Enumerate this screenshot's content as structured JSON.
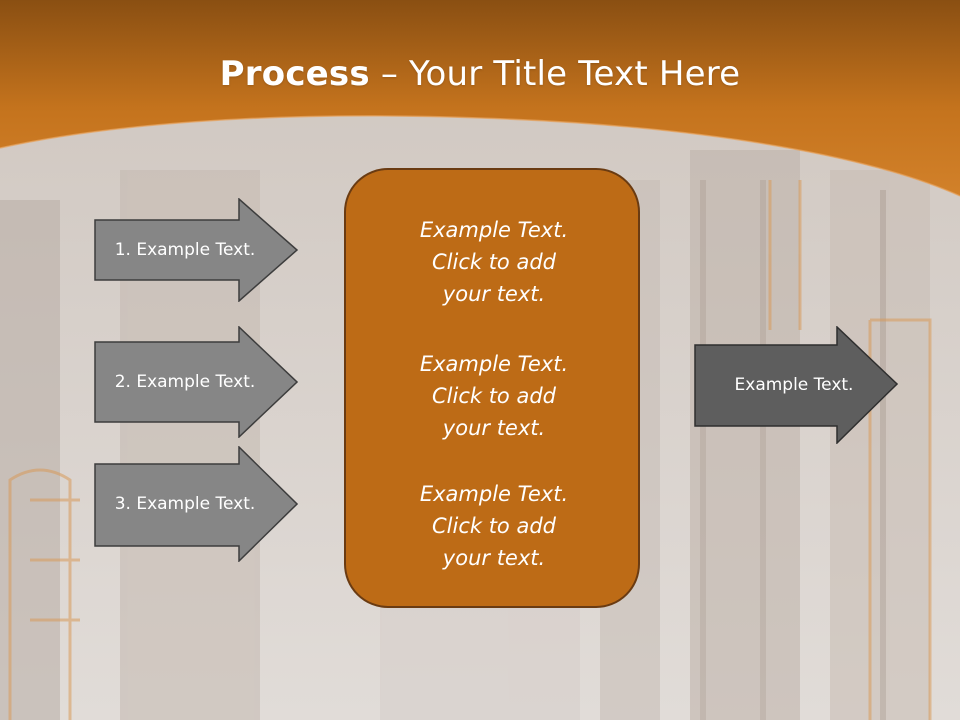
{
  "slide": {
    "title_bold": "Process",
    "title_sep": " – ",
    "title_rest": "Your Title Text Here"
  },
  "left_arrows": [
    {
      "label": "1. Example Text."
    },
    {
      "label": "2. Example Text."
    },
    {
      "label": "3. Example Text."
    }
  ],
  "center_box": {
    "items": [
      {
        "text": "Example Text.\nClick  to add\nyour text."
      },
      {
        "text": "Example Text.\nClick  to add\nyour text."
      },
      {
        "text": "Example Text.\nClick  to add\nyour text."
      }
    ]
  },
  "right_arrow": {
    "label": "Example Text."
  },
  "colors": {
    "header_orange": "#c6761e",
    "box_orange": "#bd6b16",
    "arrow_gray": "#878787",
    "arrow_dark": "#5f5f5f"
  }
}
